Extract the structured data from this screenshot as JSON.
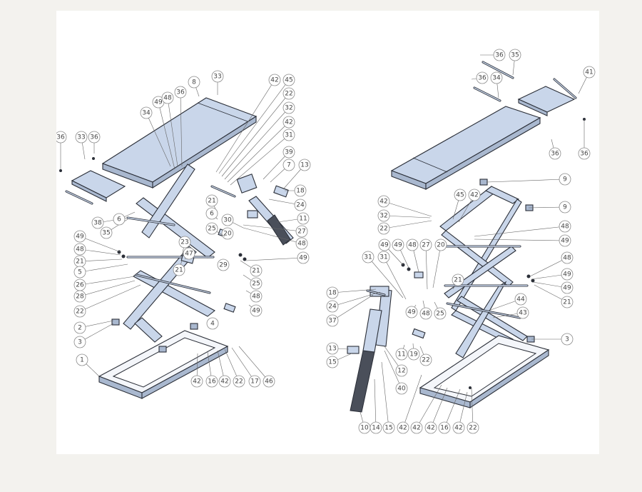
{
  "colors": {
    "background": "#f3f2ee",
    "sheet": "#ffffff",
    "part_fill": "#c9d6ea",
    "part_stroke": "#2b2f38",
    "callout": "#444444"
  },
  "left_callouts": [
    "36",
    "33",
    "36",
    "34",
    "49",
    "48",
    "36",
    "8",
    "33",
    "42",
    "45",
    "22",
    "32",
    "42",
    "31",
    "39",
    "7",
    "13",
    "18",
    "24",
    "11",
    "27",
    "48",
    "49",
    "20",
    "30",
    "21",
    "6",
    "25",
    "38",
    "35",
    "6",
    "49",
    "48",
    "21",
    "5",
    "23",
    "47",
    "21",
    "29",
    "26",
    "28",
    "22",
    "2",
    "3",
    "1",
    "42",
    "16",
    "42",
    "22",
    "17",
    "46",
    "4",
    "21",
    "25",
    "48",
    "49"
  ],
  "right_callouts": [
    "36",
    "35",
    "36",
    "34",
    "41",
    "36",
    "36",
    "9",
    "9",
    "42",
    "32",
    "22",
    "45",
    "42",
    "48",
    "49",
    "31",
    "31",
    "49",
    "49",
    "48",
    "27",
    "20",
    "21",
    "48",
    "49",
    "49",
    "21",
    "18",
    "24",
    "37",
    "49",
    "48",
    "25",
    "44",
    "43",
    "3",
    "13",
    "15",
    "11",
    "19",
    "22",
    "12",
    "40",
    "10",
    "14",
    "15",
    "42",
    "42",
    "42",
    "16",
    "42",
    "22"
  ]
}
